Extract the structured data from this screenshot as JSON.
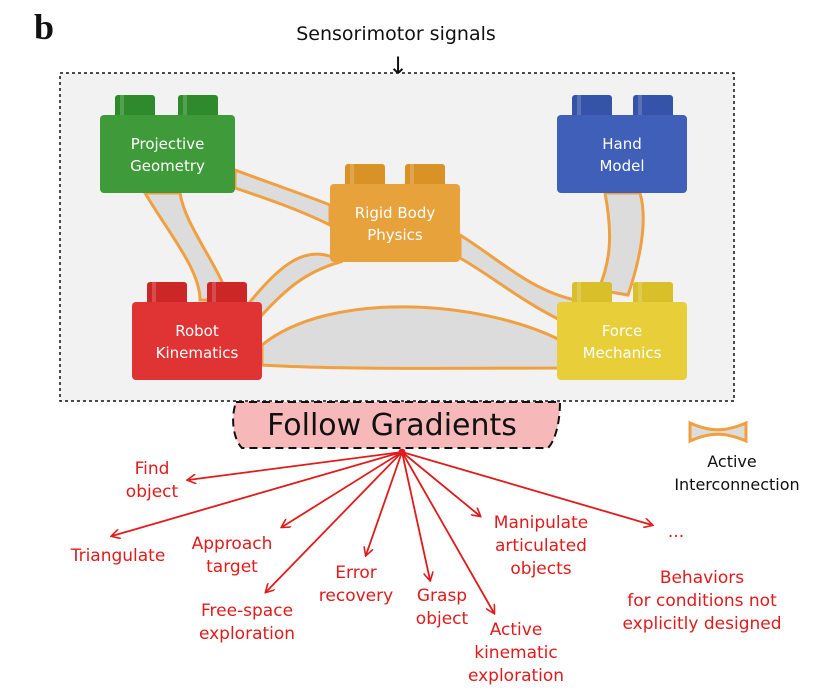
{
  "panel_letter": "b",
  "top_label": "Sensorimotor signals",
  "top_arrow": "↓",
  "follow_label": "Follow Gradients",
  "blocks": [
    {
      "id": "projective",
      "lines": [
        "Projective",
        "Geometry"
      ],
      "color": "#3f9a3a",
      "stud_color": "#2f8a2c"
    },
    {
      "id": "rigid",
      "lines": [
        "Rigid Body",
        "Physics"
      ],
      "color": "#e8a23c",
      "stud_color": "#d99226"
    },
    {
      "id": "hand",
      "lines": [
        "Hand",
        "Model"
      ],
      "color": "#3f5fb8",
      "stud_color": "#3553a8"
    },
    {
      "id": "robot",
      "lines": [
        "Robot",
        "Kinematics"
      ],
      "color": "#e03333",
      "stud_color": "#cc2626"
    },
    {
      "id": "force",
      "lines": [
        "Force",
        "Mechanics"
      ],
      "color": "#e8cf3a",
      "stud_color": "#d9bf2a"
    }
  ],
  "legend": {
    "lines": [
      "Active",
      "Interconnection"
    ]
  },
  "behaviors": [
    {
      "id": "find-object",
      "lines": [
        "Find",
        "object"
      ]
    },
    {
      "id": "triangulate",
      "lines": [
        "Triangulate"
      ]
    },
    {
      "id": "approach-target",
      "lines": [
        "Approach",
        "target"
      ]
    },
    {
      "id": "free-space-exploration",
      "lines": [
        "Free-space",
        "exploration"
      ]
    },
    {
      "id": "error-recovery",
      "lines": [
        "Error",
        "recovery"
      ]
    },
    {
      "id": "grasp-object",
      "lines": [
        "Grasp",
        "object"
      ]
    },
    {
      "id": "active-kinematic-exploration",
      "lines": [
        "Active",
        "kinematic",
        "exploration"
      ]
    },
    {
      "id": "manipulate-articulated-objects",
      "lines": [
        "Manipulate",
        "articulated",
        "objects"
      ]
    },
    {
      "id": "ellipsis",
      "lines": [
        "..."
      ]
    },
    {
      "id": "behaviors-not-designed",
      "lines": [
        "Behaviors",
        "for conditions not",
        "explicitly designed"
      ]
    }
  ],
  "colors": {
    "accent_red": "#e01b1b",
    "connection_orange": "#f0a040",
    "connection_fill": "#dcdcdc",
    "follow_fill": "#f6b8b8",
    "panel_fill": "#f2f2f2"
  }
}
